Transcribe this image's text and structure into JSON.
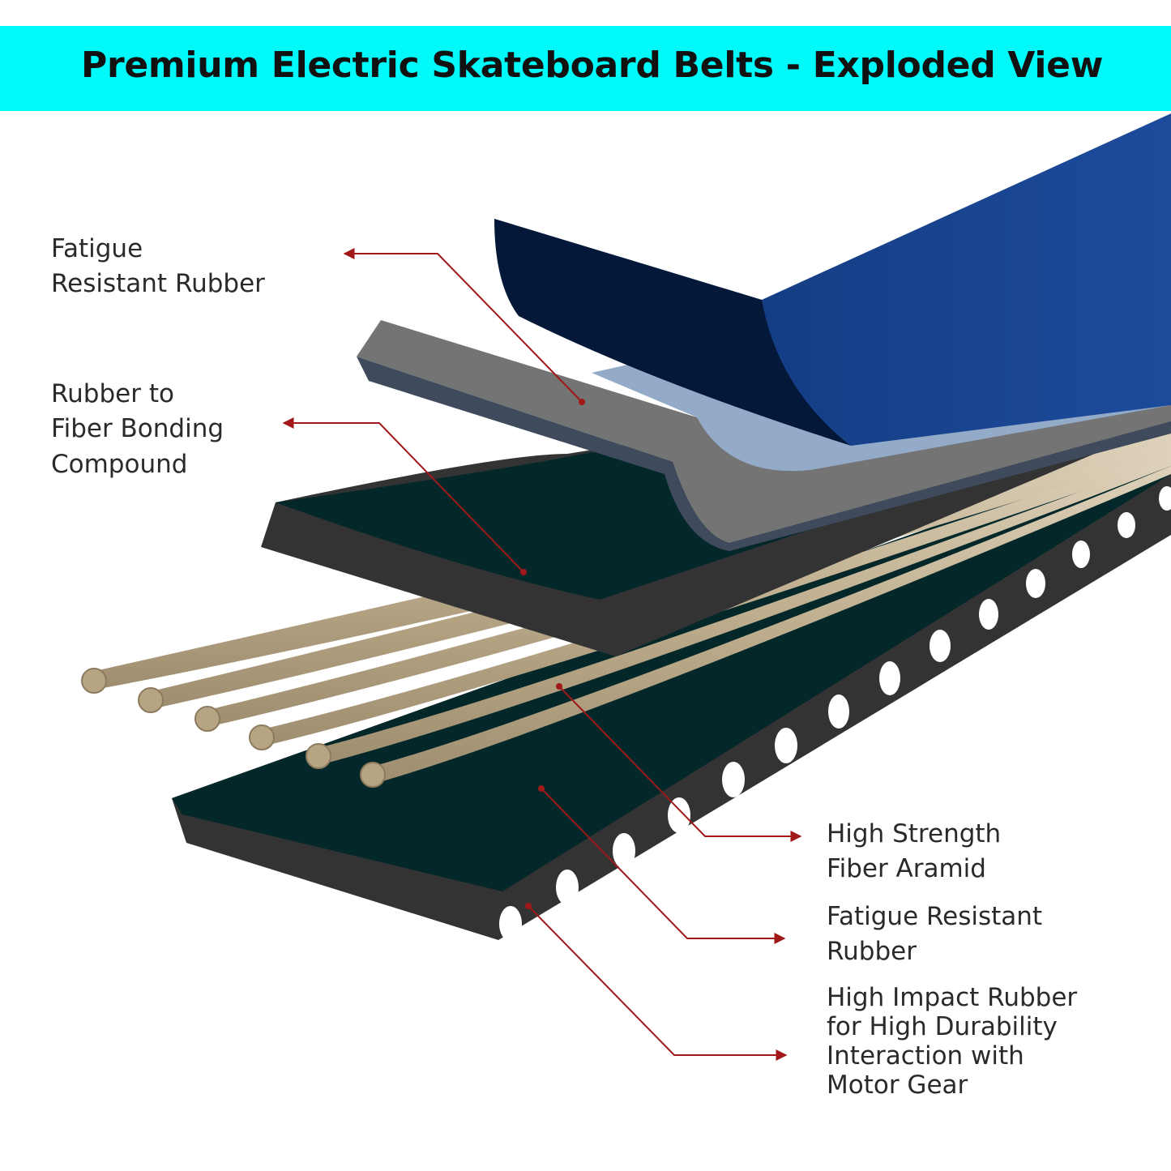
{
  "title": "Premium Electric Skateboard Belts - Exploded View",
  "colors": {
    "banner": "#00f9f9",
    "leader": "#a01818",
    "top_layer": "#0d2f6a",
    "light_layer": "#93abc8",
    "grey_layer": "#747474",
    "green_layer": "#04282a",
    "cord": "#c9b89a",
    "tooth_rubber": "#333333"
  },
  "labels": {
    "fatigue_top": [
      "Fatigue",
      "Resistant Rubber"
    ],
    "bonding": [
      "Rubber to",
      "Fiber Bonding",
      "Compound"
    ],
    "aramid": [
      "High Strength",
      "Fiber Aramid"
    ],
    "fatigue_bottom": [
      "Fatigue Resistant",
      "Rubber"
    ],
    "impact": [
      "High Impact Rubber",
      "for High Durability",
      "Interaction with",
      "Motor Gear"
    ]
  }
}
